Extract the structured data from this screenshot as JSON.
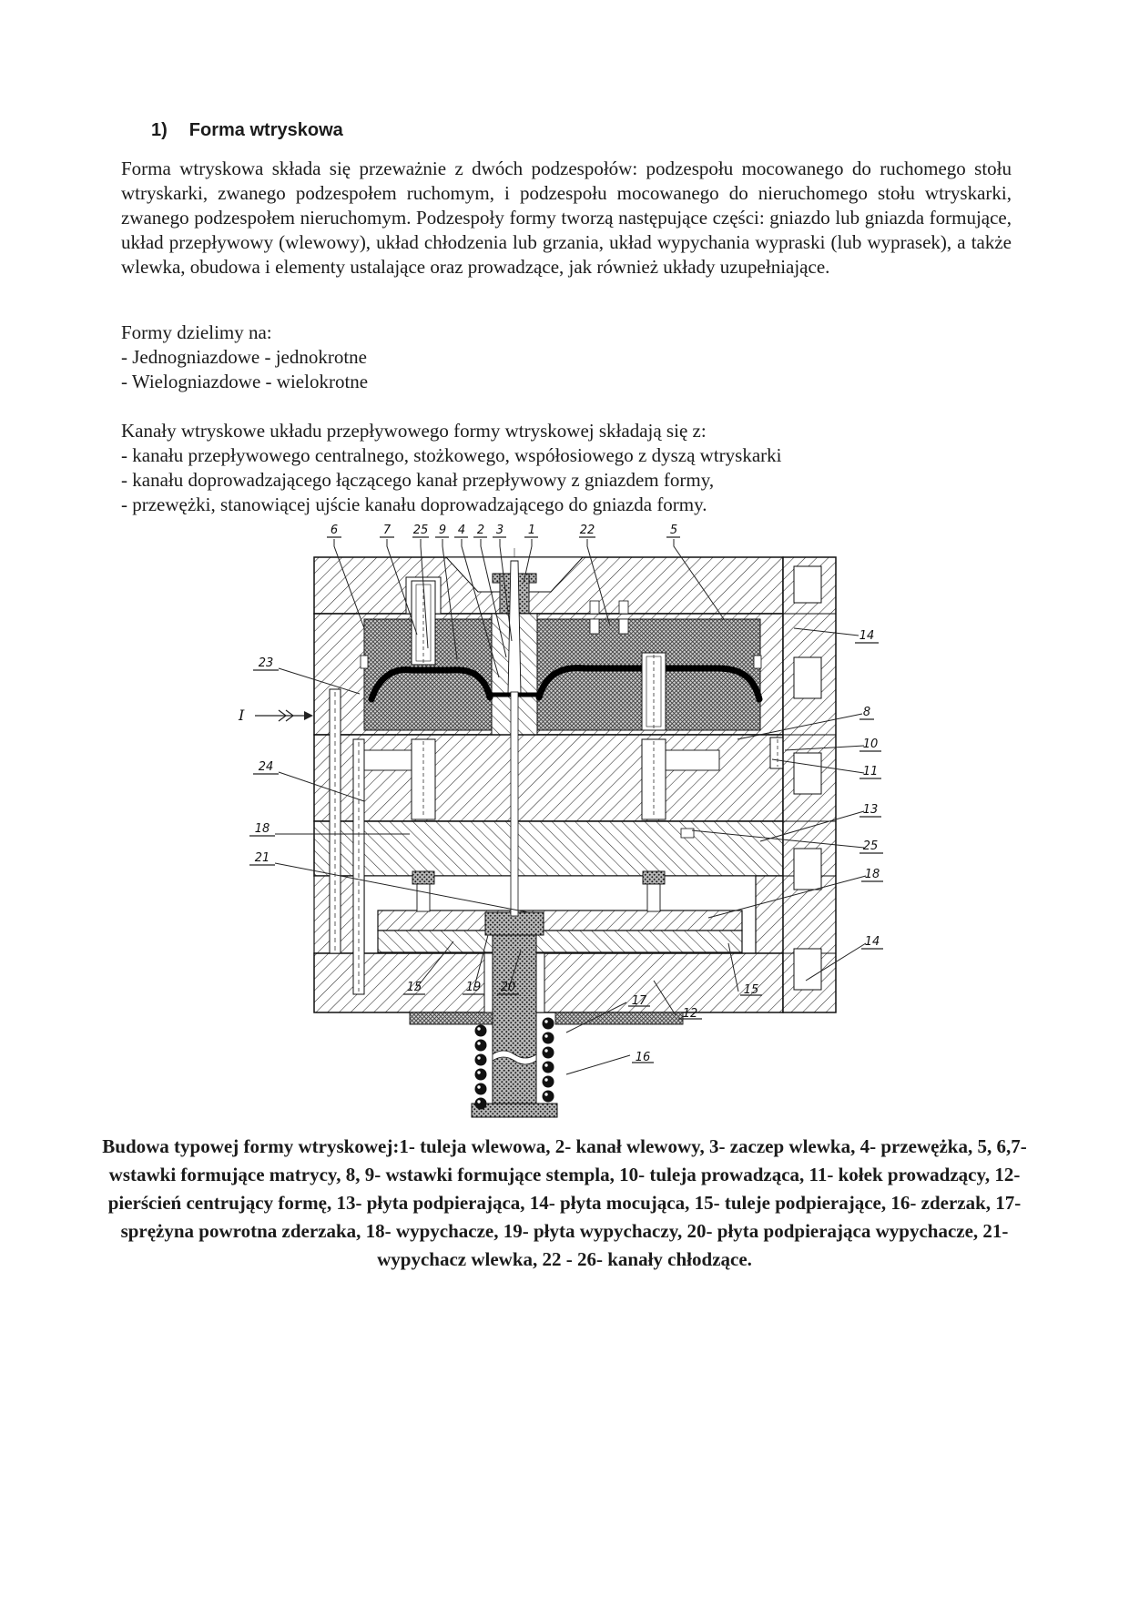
{
  "page": {
    "heading_number": "1)",
    "heading": "Forma wtryskowa",
    "paragraph1": "Forma wtryskowa składa się przeważnie z dwóch podzespołów: podzespołu mocowanego do ruchomego stołu wtryskarki, zwanego podzespołem ruchomym, i podzespołu mocowanego do nieruchomego stołu wtryskarki, zwanego podzespołem nieruchomym. Podzespoły formy tworzą następujące części: gniazdo lub gniazda formujące, układ przepływowy (wlewowy), układ chłodzenia lub grzania, układ wypychania wypraski (lub wyprasek), a także wlewka, obudowa i elementy ustalające oraz prowadzące, jak również układy uzupełniające.",
    "section2": {
      "title": "Formy dzielimy na:",
      "items": [
        "- Jednogniazdowe - jednokrotne",
        "- Wielogniazdowe - wielokrotne"
      ]
    },
    "section3": {
      "title": "Kanały wtryskowe układu przepływowego formy wtryskowej składają się z:",
      "items": [
        "- kanału przepływowego centralnego, stożkowego, współosiowego z dyszą wtryskarki",
        "- kanału doprowadzającego łączącego kanał przepływowy z gniazdem formy,",
        "- przewężki, stanowiącej ujście kanału doprowadzającego do gniazda formy."
      ]
    },
    "caption": "Budowa typowej formy wtryskowej:1- tuleja wlewowa, 2- kanał wlewowy, 3- zaczep wlewka, 4- przewężka, 5, 6,7- wstawki formujące matrycy, 8, 9- wstawki formujące stempla, 10- tuleja prowadząca, 11- kołek prowadzący, 12- pierścień centrujący formę, 13- płyta podpierająca, 14- płyta mocująca, 15- tuleje podpierające, 16- zderzak, 17- sprężyna powrotna zderzaka, 18- wypychacze, 19- płyta wypychaczy, 20- płyta podpierająca wypychacze, 21- wypychacz wlewka, 22 - 26- kanały chłodzące."
  },
  "diagram": {
    "labels": [
      "6",
      "7",
      "25",
      "9",
      "4",
      "2",
      "3",
      "1",
      "22",
      "5",
      "23",
      "I",
      "24",
      "18",
      "21",
      "14",
      "8",
      "10",
      "11",
      "13",
      "25",
      "18",
      "14",
      "15",
      "19",
      "20",
      "17",
      "12",
      "15",
      "16"
    ]
  },
  "colors": {
    "text": "#1b1b1b",
    "background": "#ffffff",
    "line": "#111111"
  }
}
